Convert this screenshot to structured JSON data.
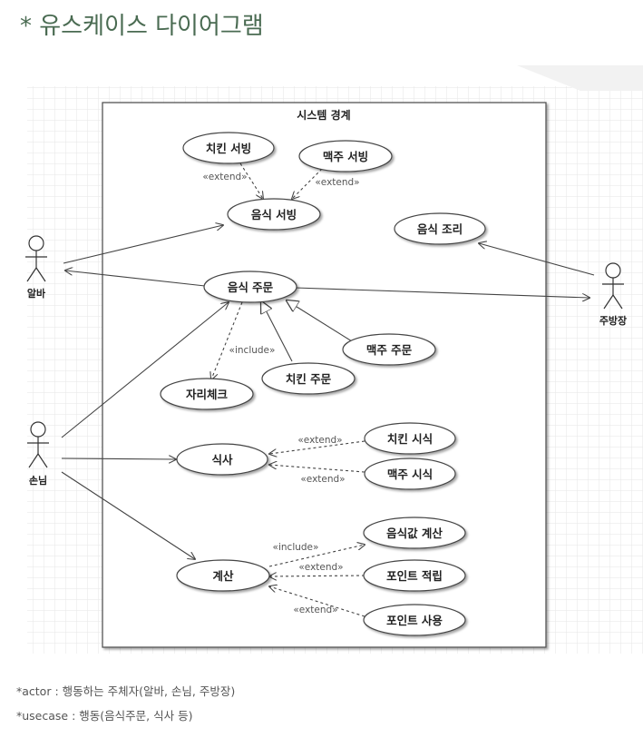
{
  "title": "* 유스케이스 다이어그램",
  "diagram": {
    "system_title": "시스템 경계",
    "actors": {
      "alba": "알바",
      "customer": "손님",
      "chef": "주방장"
    },
    "usecases": {
      "chicken_serving": "치킨 서빙",
      "beer_serving": "맥주 서빙",
      "food_serving": "음식 서빙",
      "cooking": "음식 조리",
      "food_order": "음식 주문",
      "beer_order": "맥주 주문",
      "chicken_order": "치킨 주문",
      "seat_check": "자리체크",
      "meal": "식사",
      "chicken_tasting": "치킨 시식",
      "beer_tasting": "맥주 시식",
      "food_bill": "음식값 계산",
      "payment": "계산",
      "point_earn": "포인트 적립",
      "point_use": "포인트 사용"
    },
    "stereotypes": {
      "extend_chicken_serving": "«extend»",
      "extend_beer_serving": "«extend»",
      "include_seat_check": "«include»",
      "extend_chicken_tasting": "«extend»",
      "extend_beer_tasting": "«extend»",
      "include_food_bill": "«include»",
      "extend_point_earn": "«extend»",
      "extend_point_use": "«extend»"
    }
  },
  "notes": {
    "actor_note": "*actor : 행동하는 주체자(알바, 손님, 주방장)",
    "usecase_note": "*usecase : 행동(음식주문, 식사 등)"
  }
}
